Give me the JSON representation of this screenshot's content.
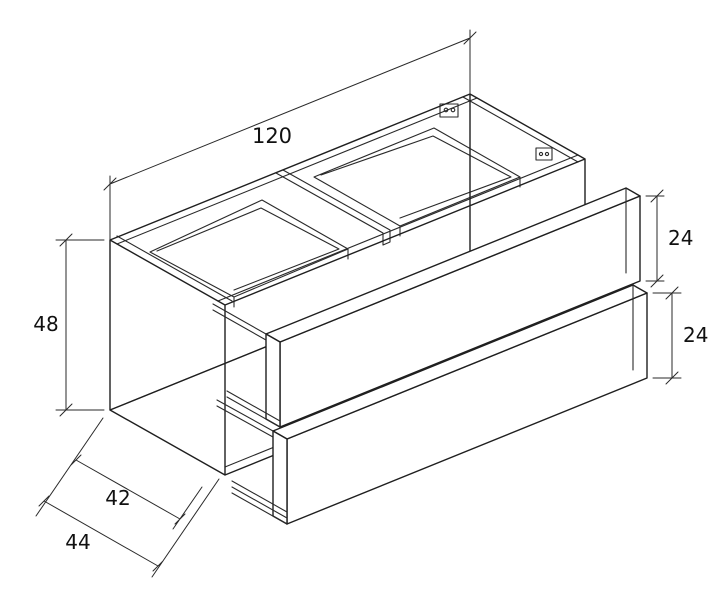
{
  "diagram": {
    "type": "isometric technical line drawing",
    "subject": "Wall-hung vanity cabinet carcass with two pulled-out drawers and dimension lines",
    "dimensions": {
      "width": "120",
      "height": "48",
      "upper_drawer_front_height": "24",
      "lower_drawer_front_height": "24",
      "depth_inner": "42",
      "depth_outer": "44"
    },
    "colors": {
      "line": "#1f1f1f",
      "background": "#ffffff"
    }
  }
}
